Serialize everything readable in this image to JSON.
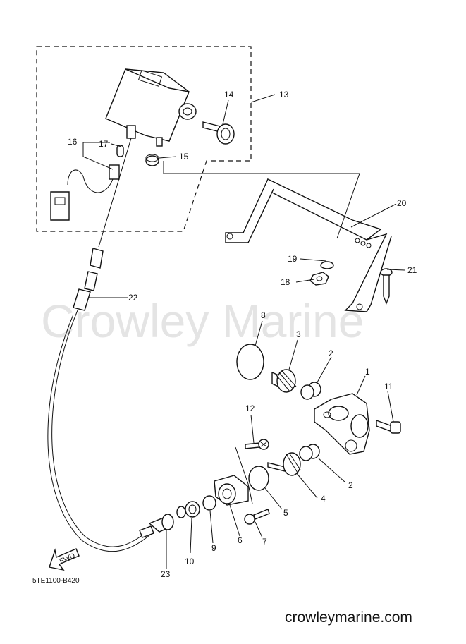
{
  "watermark": "Crowley Marine",
  "diagram_code": "5TE1100-B420",
  "site_url": "crowleymarine.com",
  "fwd_label": "FWD",
  "callouts": {
    "c1": "1",
    "c2a": "2",
    "c2b": "2",
    "c3": "3",
    "c4": "4",
    "c5": "5",
    "c6": "6",
    "c7": "7",
    "c8": "8",
    "c9": "9",
    "c10": "10",
    "c11": "11",
    "c12": "12",
    "c13": "13",
    "c14": "14",
    "c15": "15",
    "c16": "16",
    "c17": "17",
    "c18": "18",
    "c19": "19",
    "c20": "20",
    "c21": "21",
    "c22": "22",
    "c23": "23"
  }
}
